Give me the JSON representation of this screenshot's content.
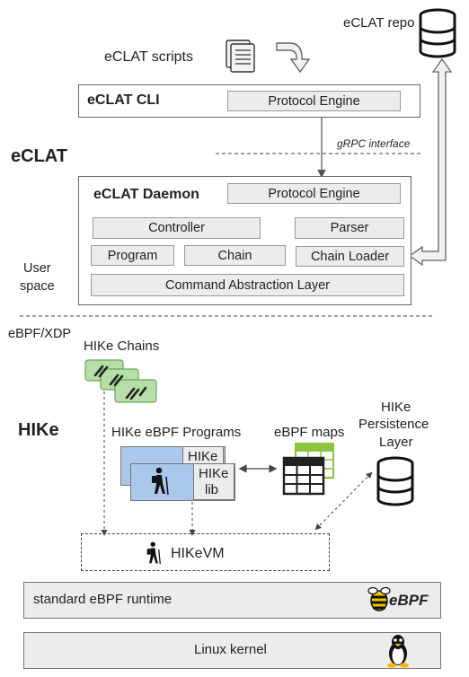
{
  "title": "eCLAT",
  "repo_label": "eCLAT repo",
  "scripts_label": "eCLAT scripts",
  "cli": {
    "title": "eCLAT CLI",
    "engine": "Protocol Engine"
  },
  "grpc_label": "gRPC interface",
  "daemon": {
    "title": "eCLAT Daemon",
    "engine": "Protocol Engine",
    "controller": "Controller",
    "parser": "Parser",
    "program": "Program",
    "chain": "Chain",
    "chain_loader": "Chain Loader",
    "cal": "Command Abstraction Layer"
  },
  "user_space": [
    "User",
    "space"
  ],
  "ebpf_xdp": "eBPF/XDP",
  "hike_title": "HIKe",
  "hike_chains": "HIKe Chains",
  "programs_label": "HIKe eBPF Programs",
  "hike_lib_back": "HIKe",
  "hike_lib": [
    "HIKe",
    "lib"
  ],
  "maps_label": "eBPF maps",
  "persistence": [
    "HIKe",
    "Persistence",
    "Layer"
  ],
  "vm_label": "HIKeVM",
  "runtime_label": "standard eBPF runtime",
  "ebpf_logo": "eBPF",
  "kernel_label": "Linux kernel",
  "icons": [
    "script-icon",
    "curved-arrow-icon",
    "database-icon",
    "chain-link-icon",
    "hiker-icon",
    "table-icon",
    "bee-icon",
    "penguin-icon"
  ],
  "colors": {
    "chain_green": "#b7dea8",
    "program_blue": "#a9c8ec",
    "grey_box": "#ececec",
    "maps_green": "#8cc63f"
  }
}
